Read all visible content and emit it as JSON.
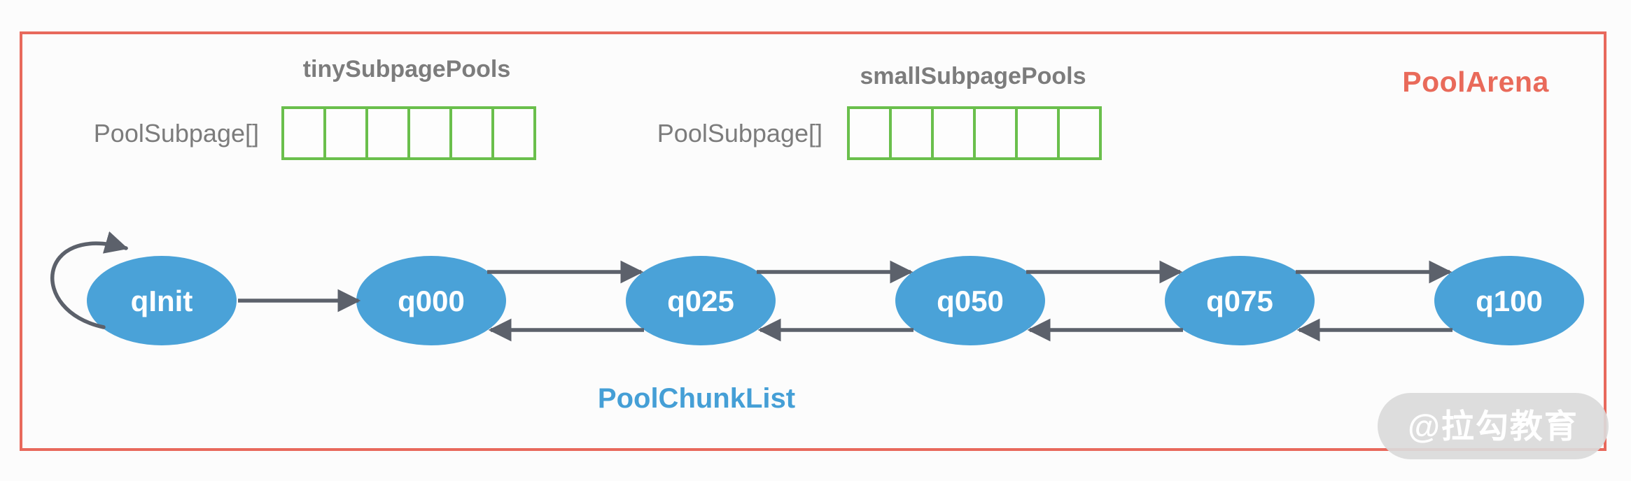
{
  "diagram": {
    "title": "PoolArena",
    "subpage_groups": [
      {
        "id": "tiny",
        "title": "tinySubpagePools",
        "label": "PoolSubpage[]",
        "cells": 6
      },
      {
        "id": "small",
        "title": "smallSubpagePools",
        "label": "PoolSubpage[]",
        "cells": 6
      }
    ],
    "chunk_list": {
      "label": "PoolChunkList",
      "nodes": [
        "qInit",
        "q000",
        "q025",
        "q050",
        "q075",
        "q100"
      ]
    },
    "watermark": "@拉勾教育",
    "colors": {
      "arena_border": "#e8695c",
      "arena_title": "#e96a5a",
      "subpage_grid_green": "#6abf4c",
      "gray_label": "#7c7c7c",
      "node_fill": "#4aa2d8",
      "node_text": "#ffffff",
      "arrow": "#5c616b",
      "chunk_list_label": "#459fd6",
      "watermark_bg": "#dadada",
      "watermark_text": "#ffffff"
    }
  }
}
